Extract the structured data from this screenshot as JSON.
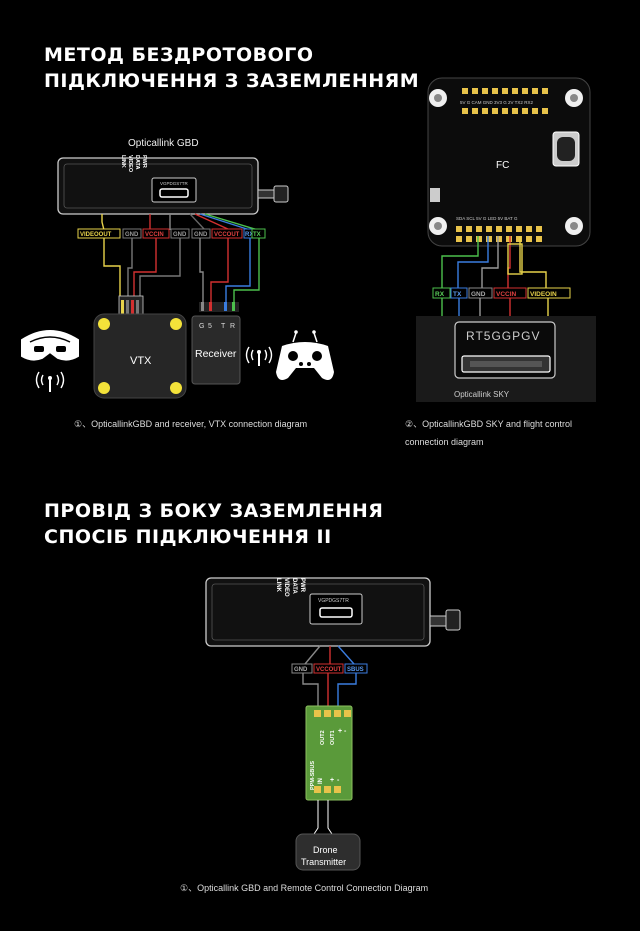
{
  "section1": {
    "title_line1": "МЕТОД БЕЗДРОТОВОГО",
    "title_line2": "ПІДКЛЮЧЕННЯ З ЗАЗЕМЛЕННЯМ",
    "gbd_label": "Opticallink GBD",
    "led_labels": [
      "LINK",
      "VIDEO",
      "DATA",
      "PWR"
    ],
    "port_label": "VGPDGS7TR",
    "pins_left": [
      "VIDEOOUT",
      "GND",
      "VCCIN",
      "GND"
    ],
    "pins_right": [
      "GND",
      "VCCOUT",
      "RX",
      "TX"
    ],
    "vtx_label": "VTX",
    "receiver_label": "Receiver",
    "receiver_pins": [
      "G",
      "5",
      "T",
      "R"
    ],
    "caption": "①、OpticallinkGBD and receiver, VTX connection diagram"
  },
  "section2": {
    "fc_label": "FC",
    "fc_top_pads": "5V G CAM GND 3V3 G 2V TX2 RX2",
    "fc_bottom_pads": "SDA SCL 5V G LED 5V BAT G",
    "pins": [
      "RX",
      "TX",
      "GND",
      "VCCIN",
      "VIDEOIN"
    ],
    "sky_chip": "RT5GGPGV",
    "sky_label": "Opticallink SKY",
    "caption_line1": "②、OpticallinkGBD SKY and flight control",
    "caption_line2": "connection diagram"
  },
  "section3": {
    "title_line1": "ПРОВІД З БОКУ ЗАЗЕМЛЕННЯ",
    "title_line2": "СПОСІБ ПІДКЛЮЧЕННЯ II",
    "led_labels": [
      "LINK",
      "VIDEO",
      "DATA",
      "PWR"
    ],
    "port_label": "VGPDGS7TR",
    "pins": [
      "GND",
      "VCCOUT",
      "SBUS"
    ],
    "board_left": "PPM-SBUS",
    "board_out2": "OUT2",
    "board_out1": "OUT1",
    "board_in": "IN",
    "board_signs": [
      "+",
      "-",
      "+",
      "-"
    ],
    "transmitter_line1": "Drone",
    "transmitter_line2": "Transmitter",
    "caption": "①、Opticallink GBD and Remote Control Connection Diagram"
  }
}
